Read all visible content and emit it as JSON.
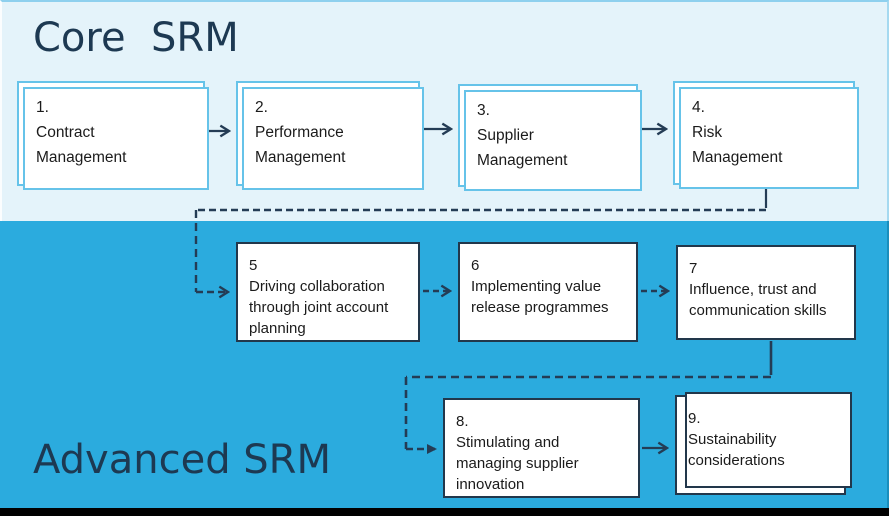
{
  "core": {
    "title": "Core  SRM",
    "boxes": [
      {
        "id": "1",
        "label": "1.\nContract\nManagement"
      },
      {
        "id": "2",
        "label": "2.\nPerformance\nManagement"
      },
      {
        "id": "3",
        "label": "3.\nSupplier\nManagement"
      },
      {
        "id": "4",
        "label": "4.\nRisk\nManagement"
      }
    ]
  },
  "advanced": {
    "title": "Advanced SRM",
    "row1": [
      {
        "id": "5",
        "label": "5\nDriving collaboration\nthrough joint account\nplanning"
      },
      {
        "id": "6",
        "label": "6\nImplementing value\nrelease programmes"
      },
      {
        "id": "7",
        "label": "7\nInfluence, trust and\ncommunication skills"
      }
    ],
    "row2": [
      {
        "id": "8",
        "label": "8.\nStimulating and\nmanaging supplier\ninnovation"
      },
      {
        "id": "9",
        "label": "9.\nSustainability\nconsiderations"
      }
    ]
  },
  "colors": {
    "core_background": "#e4f3fa",
    "advanced_background": "#2babde",
    "core_box_border": "#66c3e9",
    "advanced_box_border": "#22374b",
    "connector": "#243c55",
    "title_text": "#1d3952",
    "box_text": "#1b1b1b",
    "bottom_bar": "#010101"
  }
}
